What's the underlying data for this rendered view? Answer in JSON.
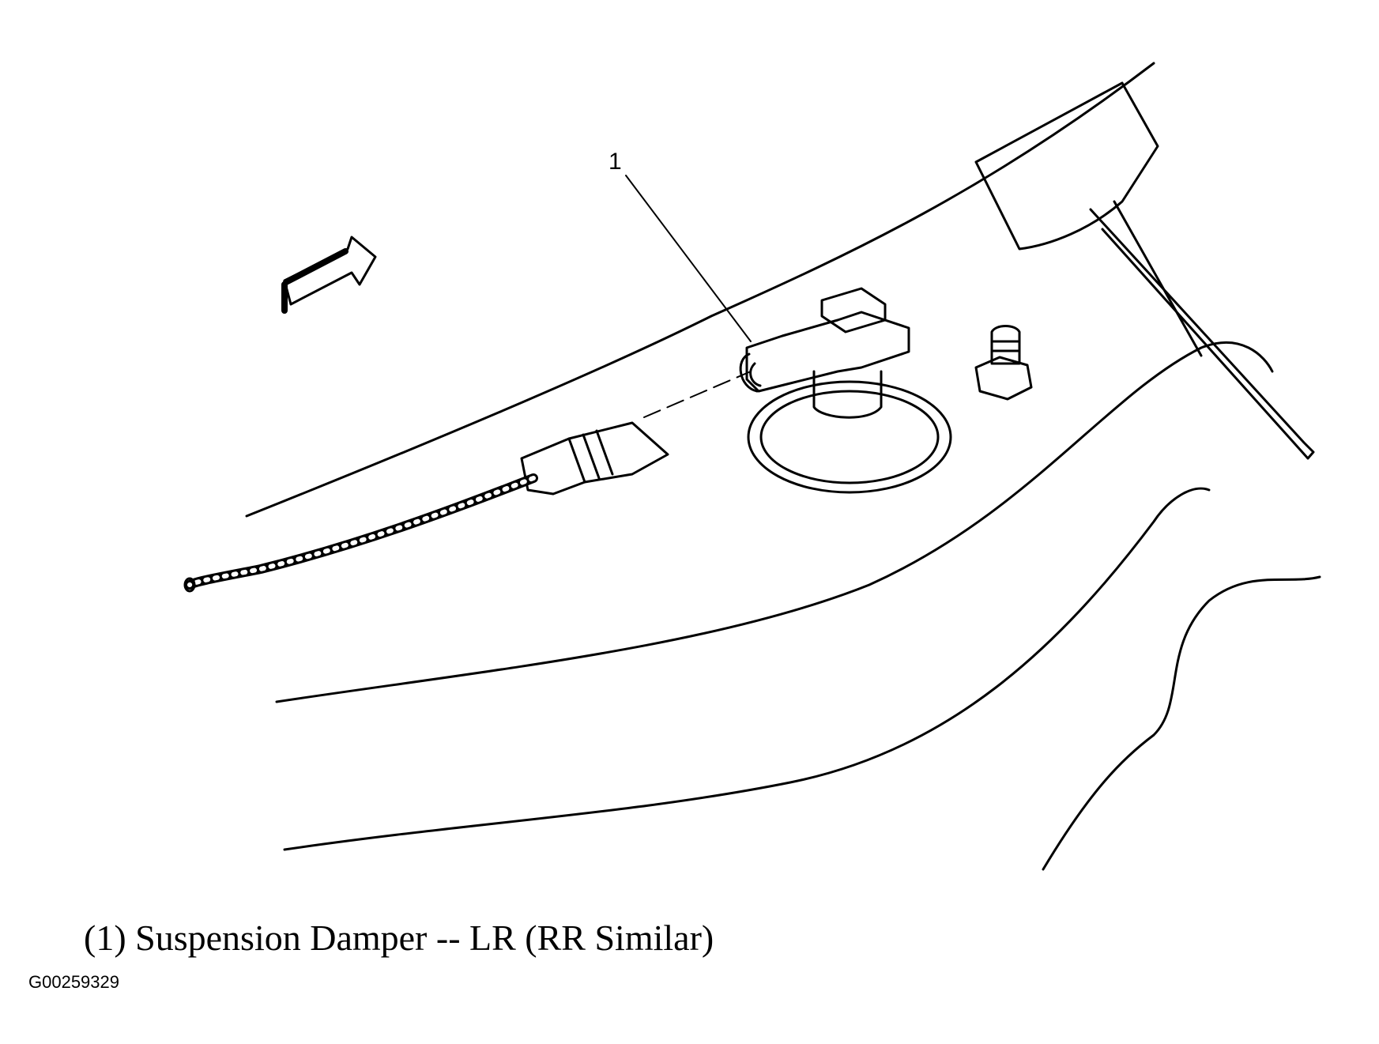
{
  "diagram": {
    "callout_label": "1",
    "caption": "(1) Suspension Damper -- LR (RR Similar)",
    "figure_id": "G00259329"
  }
}
